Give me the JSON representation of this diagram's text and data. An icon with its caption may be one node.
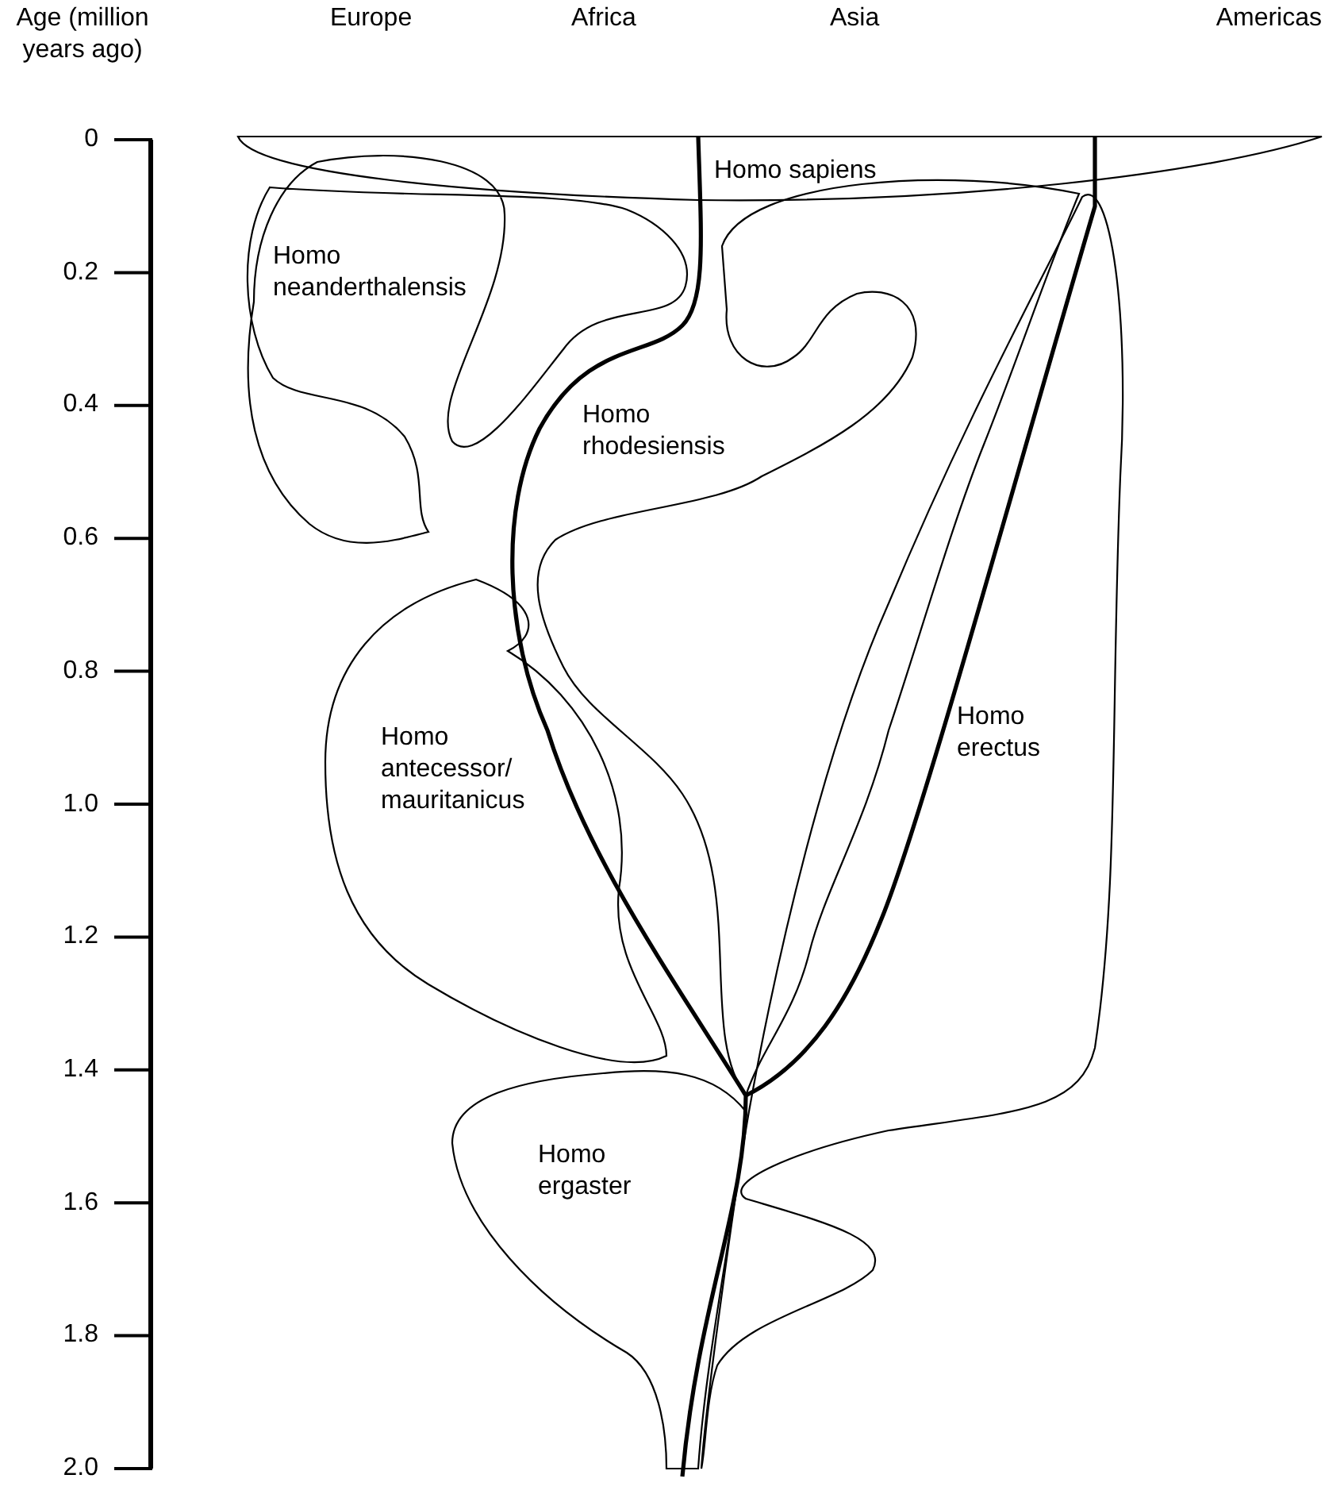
{
  "diagram": {
    "nodes": [
      {
        "text": [
          "Homo sapiens"
        ]
      },
      {
        "text": [
          "Homo neanderthalensis"
        ]
      },
      {
        "text": [
          "Homo rhodesiensis"
        ]
      },
      {
        "text": [
          "Homo antecessor/ mauritanicus"
        ]
      },
      {
        "text": [
          "Homo erectus"
        ]
      },
      {
        "text": [
          "Homo ergaster"
        ]
      }
    ],
    "labels": [
      "Age (million years ago)",
      "Europe",
      "Africa",
      "Asia",
      "Americas",
      "0",
      "0.2",
      "0.4",
      "0.6",
      "0.8",
      "1.0",
      "1.2",
      "1.4",
      "1.6",
      "1.8",
      "2.0"
    ]
  }
}
